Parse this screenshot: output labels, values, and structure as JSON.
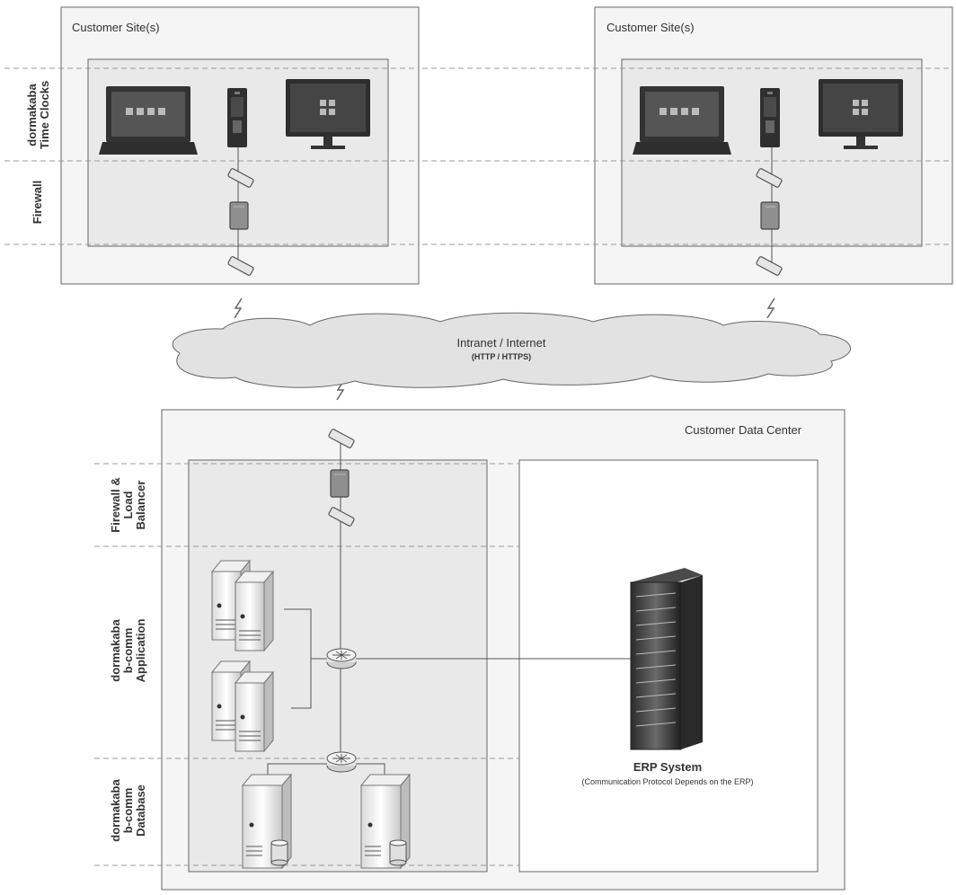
{
  "sites": [
    {
      "title": "Customer Site(s)"
    },
    {
      "title": "Customer Site(s)"
    }
  ],
  "site_bands": {
    "time_clocks": [
      "dormakaba",
      "Time Clocks"
    ],
    "firewall": [
      "Firewall"
    ]
  },
  "network": {
    "title": "Intranet / Internet",
    "protocol": "(HTTP / HTTPS)"
  },
  "data_center": {
    "title": "Customer Data Center",
    "bands": {
      "firewall_lb": [
        "Firewall &",
        "Load",
        "Balancer"
      ],
      "application": [
        "dormakaba",
        "b-comm",
        "Application"
      ],
      "database": [
        "dormakaba",
        "b-comm",
        "Database"
      ]
    },
    "erp": {
      "title": "ERP System",
      "subtitle": "(Communication Protocol Depends on the ERP)"
    }
  },
  "colors": {
    "box_fill": "#f5f5f5",
    "inner_fill": "#e9e9e9",
    "stroke": "#666666",
    "dash": "#999999",
    "device_dark": "#3a3a3a",
    "screen": "#555555"
  }
}
